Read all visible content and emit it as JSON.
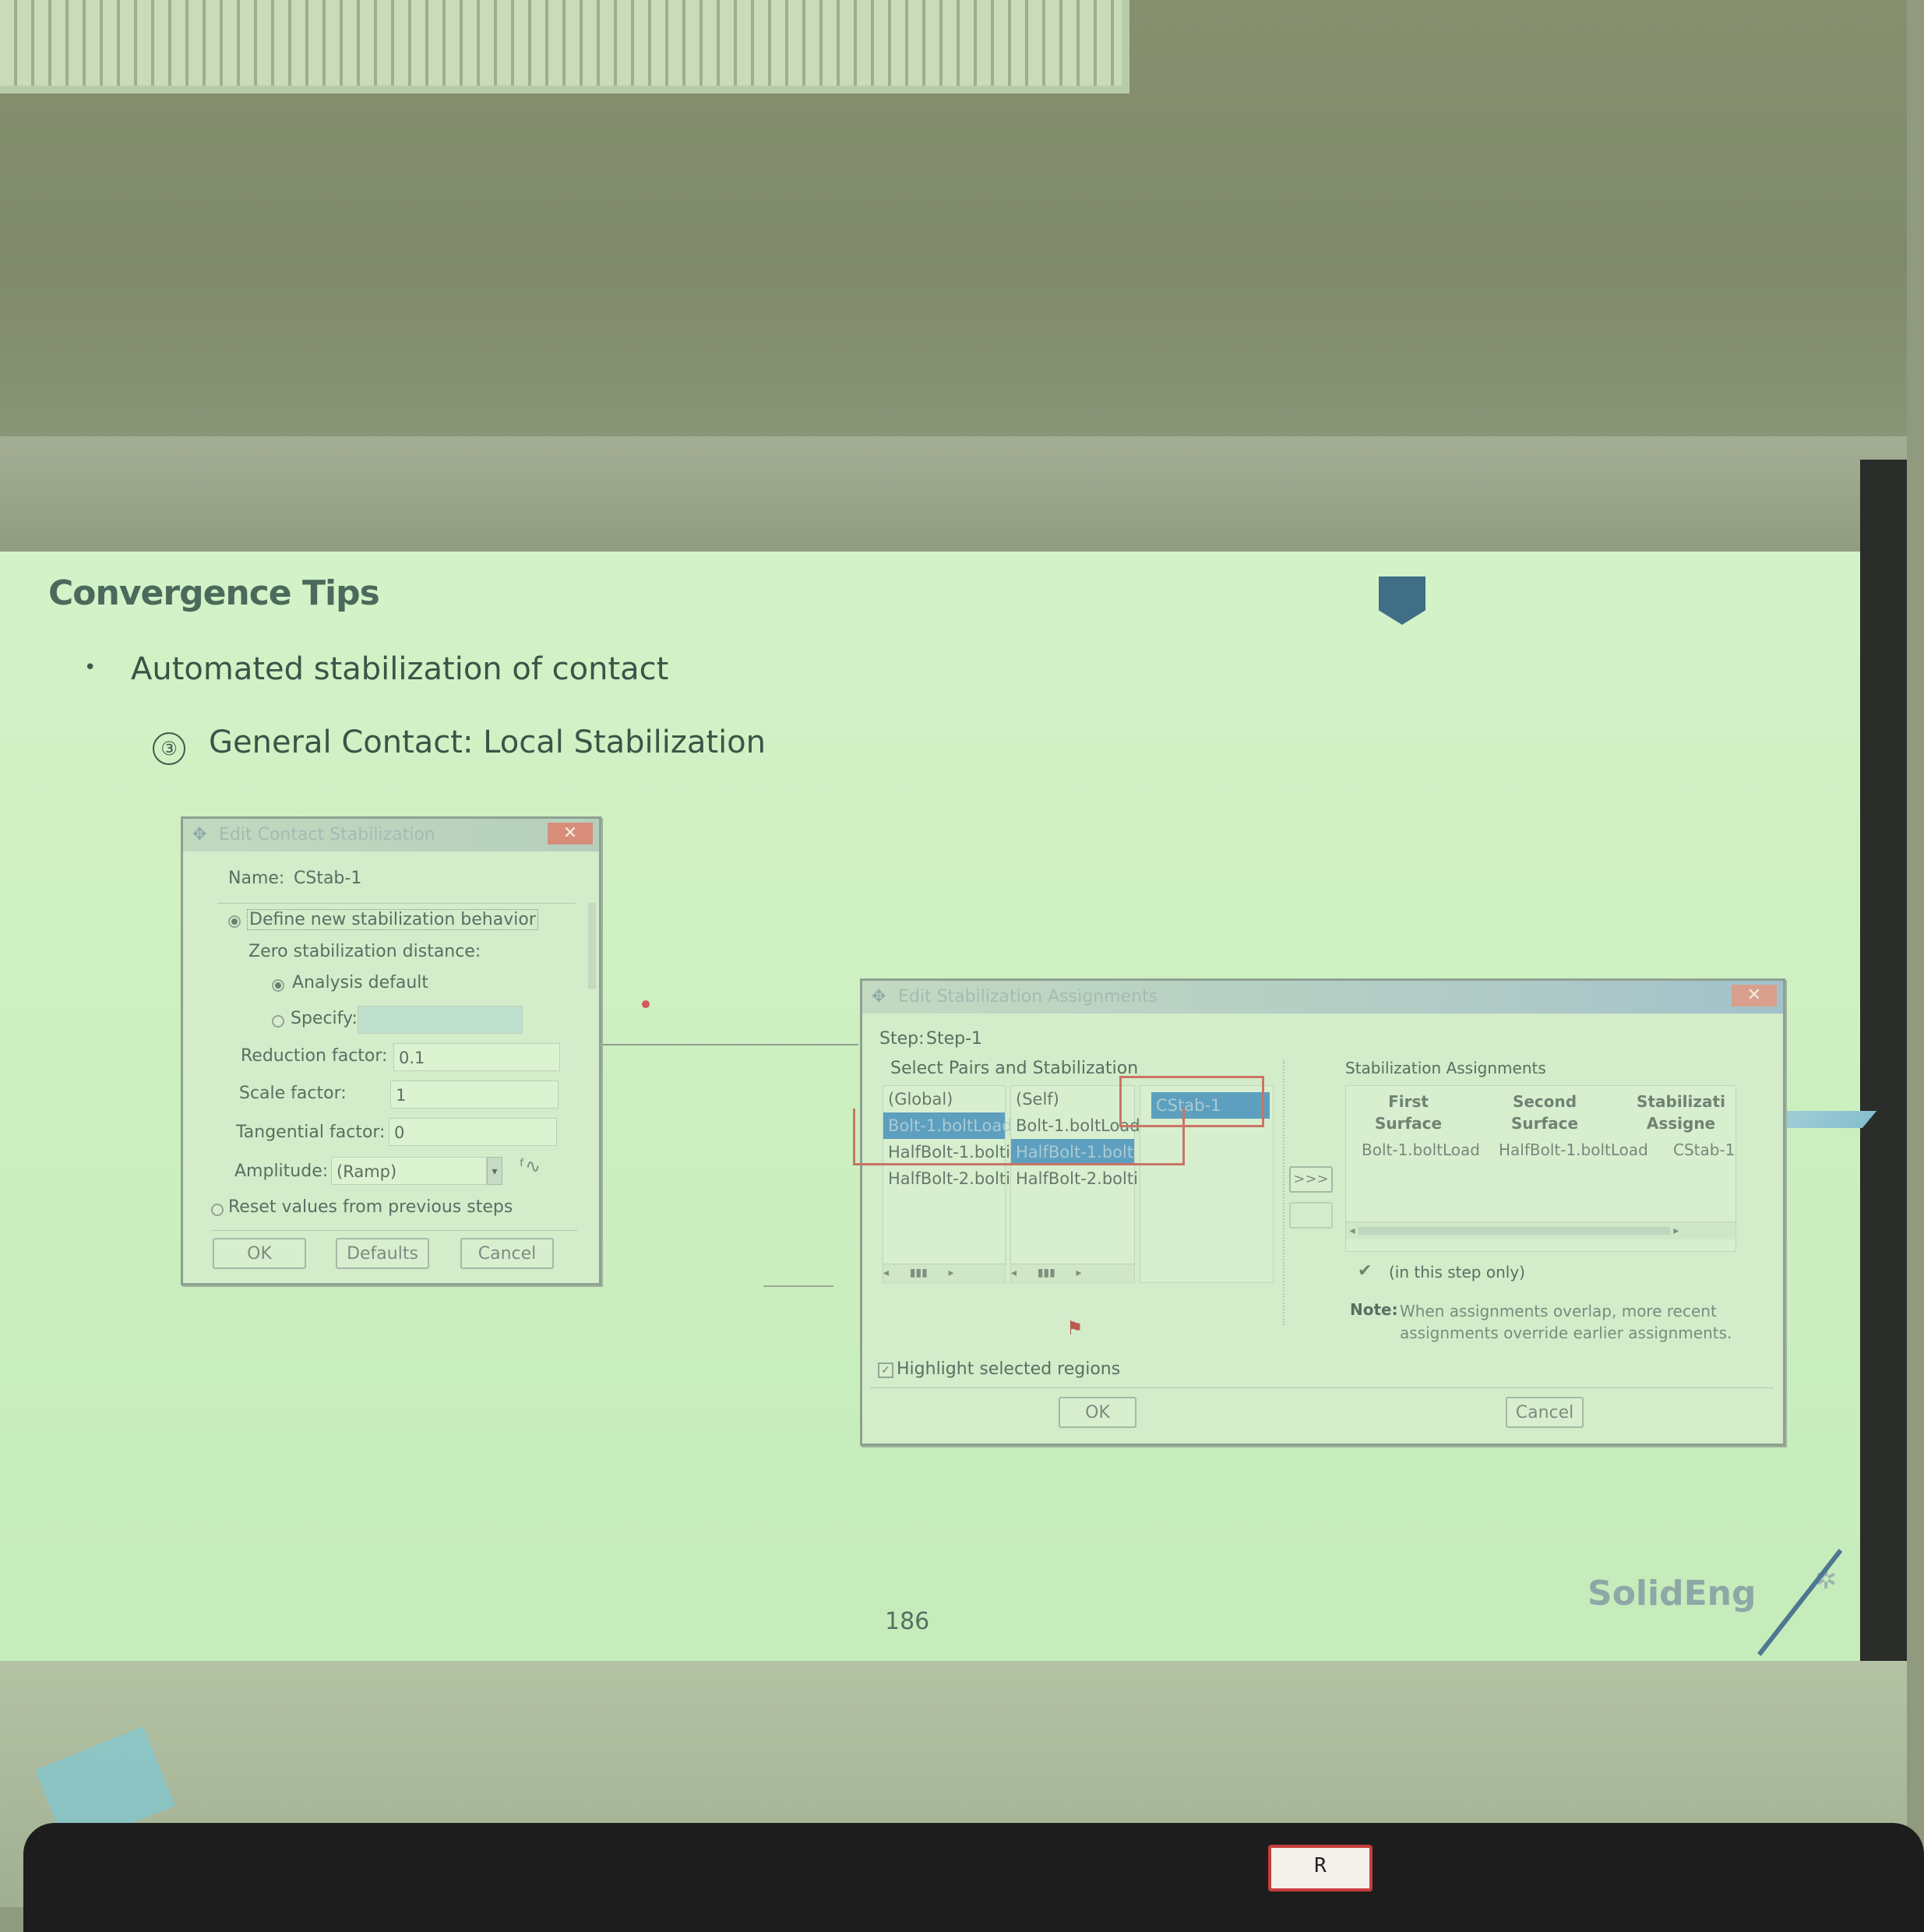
{
  "slide": {
    "title": "Convergence Tips",
    "bullet_marker": "•",
    "bullet": "Automated stabilization of contact",
    "sub_number": "③",
    "sub_item": "General Contact: Local Stabilization",
    "page_number": "186",
    "logo": "SolidEng"
  },
  "sticker": {
    "text": "R"
  },
  "contact_dialog": {
    "title": "Edit Contact Stabilization",
    "close": "✕",
    "name_label": "Name:",
    "name_value": "CStab-1",
    "define_option": "Define new stabilization behavior",
    "zero_distance_label": "Zero stabilization distance:",
    "analysis_default": "Analysis default",
    "specify": "Specify:",
    "reduction_label": "Reduction factor:",
    "reduction_value": "0.1",
    "scale_label": "Scale factor:",
    "scale_value": "1",
    "tangential_label": "Tangential factor:",
    "tangential_value": "0",
    "amplitude_label": "Amplitude:",
    "amplitude_value": "(Ramp)",
    "reset_label": "Reset values from previous steps",
    "ok": "OK",
    "defaults": "Defaults",
    "cancel": "Cancel"
  },
  "assign_dialog": {
    "title": "Edit Stabilization Assignments",
    "close": "✕",
    "step_label": "Step:",
    "step_value": "Step-1",
    "pairs_label": "Select Pairs and Stabilization",
    "col1": [
      "(Global)",
      "Bolt-1.boltLoad",
      "HalfBolt-1.bolti",
      "HalfBolt-2.bolti"
    ],
    "col2": [
      "(Self)",
      "Bolt-1.boltLoad",
      "HalfBolt-1.bolt",
      "HalfBolt-2.bolti"
    ],
    "col3": [
      "CStab-1"
    ],
    "add_button": ">>>",
    "assignments_label": "Stabilization Assignments",
    "table_headers": [
      "First Surface",
      "Second Surface",
      "Stabilizati Assigne"
    ],
    "table_row": [
      "Bolt-1.boltLoad",
      "HalfBolt-1.boltLoad",
      "CStab-1"
    ],
    "step_only": "(in this step only)",
    "note_label": "Note:",
    "note_text": "When assignments overlap, more recent assignments override earlier assignments.",
    "highlight_label": "Highlight selected regions",
    "ok": "OK",
    "cancel": "Cancel"
  }
}
